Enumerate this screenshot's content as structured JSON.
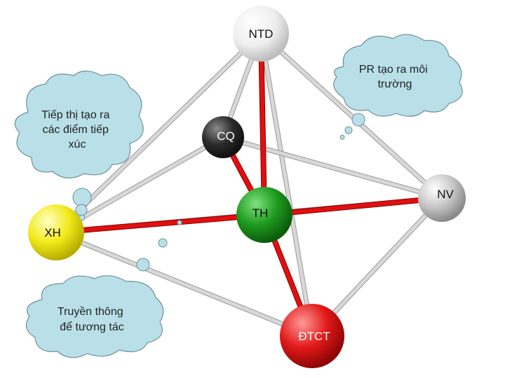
{
  "diagram": {
    "nodes": [
      {
        "id": "ntd",
        "label": "NTD",
        "color": "#f2f2f2",
        "text_color": "#111111"
      },
      {
        "id": "cq",
        "label": "CQ",
        "color": "#2a2a2a",
        "text_color": "#ffffff"
      },
      {
        "id": "nv",
        "label": "NV",
        "color": "#c8c8c8",
        "text_color": "#111111"
      },
      {
        "id": "th",
        "label": "TH",
        "color": "#1e9a1e",
        "text_color": "#111111"
      },
      {
        "id": "xh",
        "label": "XH",
        "color": "#f2ea1a",
        "text_color": "#111111"
      },
      {
        "id": "dtct",
        "label": "ĐTCT",
        "color": "#e21818",
        "text_color": "#ffffff"
      }
    ],
    "red_links": [
      [
        "ntd",
        "th"
      ],
      [
        "cq",
        "th"
      ],
      [
        "xh",
        "th"
      ],
      [
        "th",
        "nv"
      ],
      [
        "th",
        "dtct"
      ]
    ],
    "gray_links": [
      [
        "ntd",
        "xh"
      ],
      [
        "ntd",
        "cq"
      ],
      [
        "ntd",
        "nv"
      ],
      [
        "ntd",
        "dtct"
      ],
      [
        "xh",
        "cq"
      ],
      [
        "xh",
        "nv"
      ],
      [
        "xh",
        "dtct"
      ],
      [
        "cq",
        "nv"
      ],
      [
        "nv",
        "dtct"
      ]
    ],
    "callouts": [
      {
        "id": "marketing",
        "lines": [
          "Tiếp thị tạo ra",
          "các điểm tiếp",
          "xúc"
        ]
      },
      {
        "id": "pr",
        "lines": [
          "PR tạo ra môi",
          "trường"
        ]
      },
      {
        "id": "communication",
        "lines": [
          "Truyền thông",
          "để tương tác"
        ]
      }
    ],
    "colors": {
      "link_red": "#e01010",
      "link_gray": "#d8d8d8",
      "cloud_fill": "#b9e0e8",
      "cloud_stroke": "#6f8f96"
    }
  }
}
